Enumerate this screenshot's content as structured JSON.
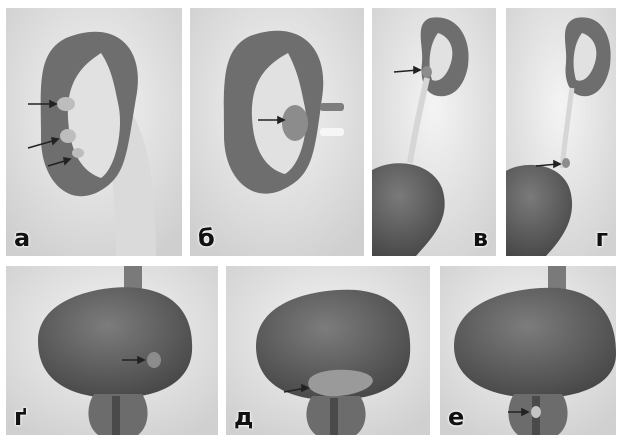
{
  "panels": [
    {
      "id": "a",
      "label": "а"
    },
    {
      "id": "b",
      "label": "б"
    },
    {
      "id": "v",
      "label": "в"
    },
    {
      "id": "g",
      "label": "г"
    },
    {
      "id": "gg",
      "label": "ґ"
    },
    {
      "id": "d",
      "label": "д"
    },
    {
      "id": "e",
      "label": "е"
    }
  ],
  "colors": {
    "background": "#eeeeee",
    "kidney_dark": "#6a6a6a",
    "tissue_light": "#e0e0e0",
    "bladder": "#5e5e5e",
    "stone": "#b8b8b8",
    "arrow": "#222222"
  }
}
